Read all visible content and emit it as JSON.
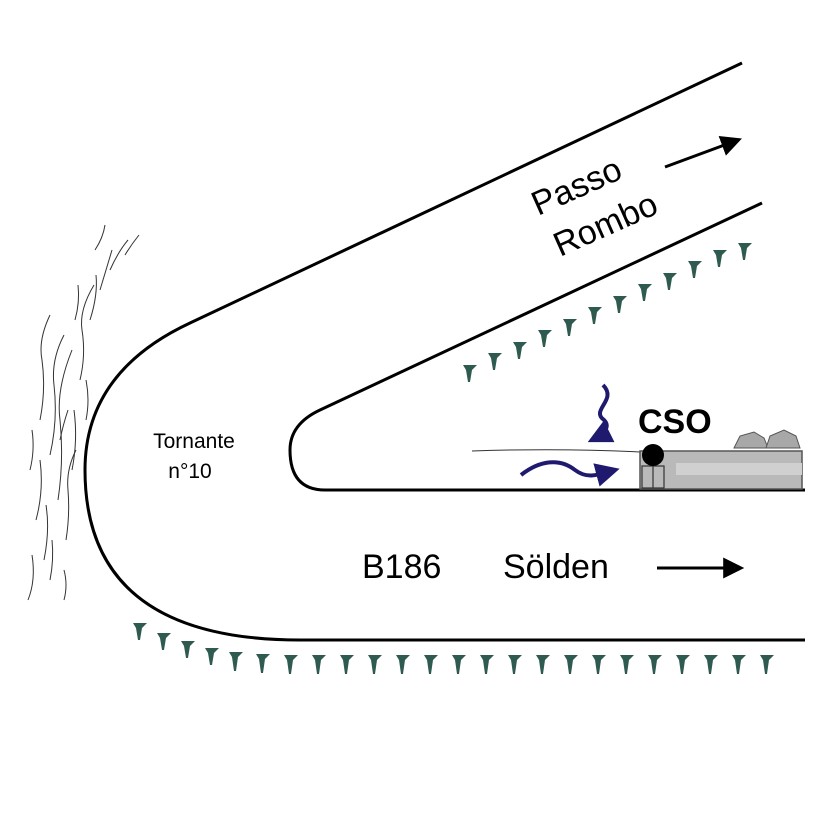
{
  "labels": {
    "passo_line1": "Passo",
    "passo_line2": "Rombo",
    "tornante_line1": "Tornante",
    "tornante_line2": "n°10",
    "road_code": "B186",
    "destination": "Sölden",
    "station": "CSO"
  },
  "colors": {
    "road_edge": "#000000",
    "tree_marks": "#2f5a50",
    "flow_arrows": "#1f1a6e",
    "sensor_box": "#b9b9b9",
    "rocks": "#a8a8a8"
  },
  "icons": [
    "arrow-right-icon",
    "flow-arrow-icon",
    "tree-symbol-icon",
    "rock-icon",
    "rock-cliff-icon"
  ]
}
